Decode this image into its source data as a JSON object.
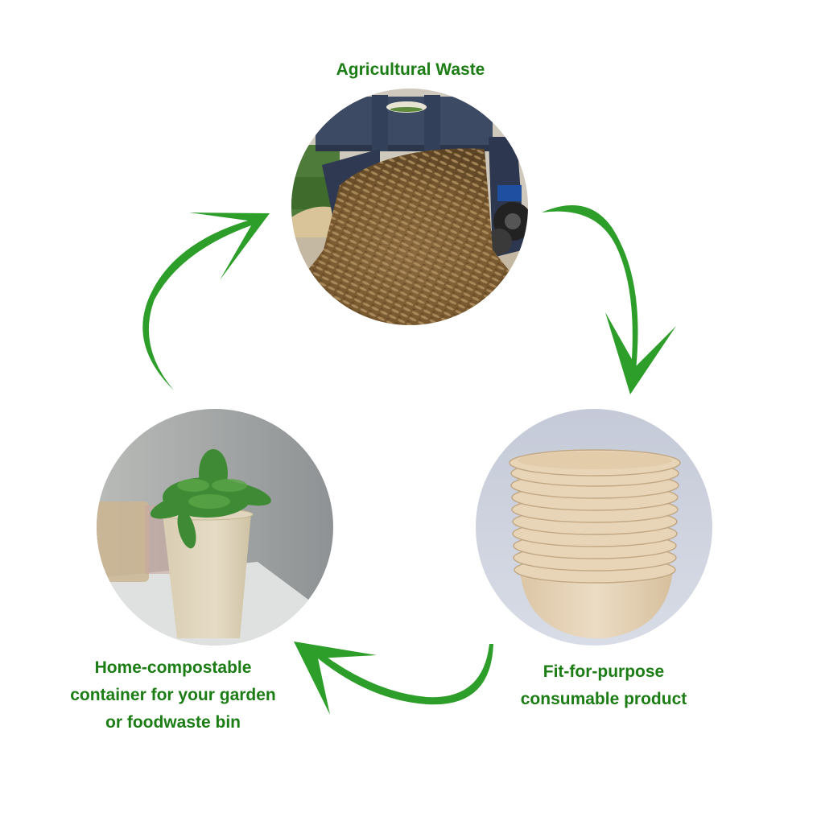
{
  "colors": {
    "label_text": "#1b7d14",
    "arrow": "#2e9e2a",
    "background": "#ffffff"
  },
  "nodes": [
    {
      "id": "agricultural-waste",
      "label": "Agricultural Waste",
      "image": "tractor-dumping-root-vegetable-waste"
    },
    {
      "id": "consumable-product",
      "label_lines": [
        "Fit-for-purpose",
        "consumable product"
      ],
      "image": "stacked-fibre-bowls"
    },
    {
      "id": "compostable-container",
      "label_lines": [
        "Home-compostable",
        "container for your garden",
        "or foodwaste bin"
      ],
      "image": "fern-in-fibre-pot"
    }
  ],
  "arrows": [
    {
      "from": "agricultural-waste",
      "to": "consumable-product",
      "icon": "curved-arrow-down-right"
    },
    {
      "from": "consumable-product",
      "to": "compostable-container",
      "icon": "curved-arrow-left"
    },
    {
      "from": "compostable-container",
      "to": "agricultural-waste",
      "icon": "curved-arrow-up-right"
    }
  ]
}
